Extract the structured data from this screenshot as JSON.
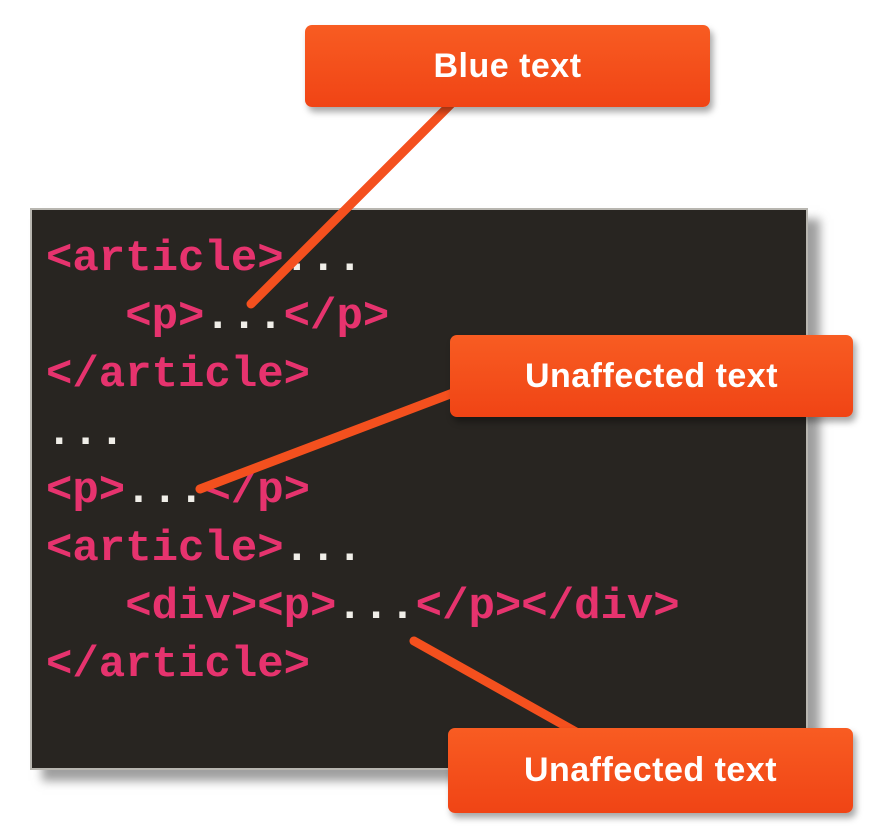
{
  "colors": {
    "callout_bg": "#F04415",
    "callout_text": "#FFFFFF",
    "code_bg": "#282521",
    "code_tag": "#E6336E",
    "code_plain": "#F0EEE8",
    "connector": "#F4501E"
  },
  "callouts": [
    {
      "id": "blue-text",
      "label": "Blue text"
    },
    {
      "id": "unaffected-middle",
      "label": "Unaffected text"
    },
    {
      "id": "unaffected-bottom",
      "label": "Unaffected text"
    }
  ],
  "code": {
    "lines": [
      {
        "segments": [
          {
            "type": "tag",
            "text": "<article>"
          },
          {
            "type": "plain",
            "text": "..."
          }
        ]
      },
      {
        "segments": [
          {
            "type": "tag",
            "text": "   <p>"
          },
          {
            "type": "plain",
            "text": "..."
          },
          {
            "type": "tag",
            "text": "</p>"
          }
        ]
      },
      {
        "segments": [
          {
            "type": "tag",
            "text": "</article>"
          }
        ]
      },
      {
        "segments": [
          {
            "type": "plain",
            "text": "..."
          }
        ]
      },
      {
        "segments": [
          {
            "type": "tag",
            "text": "<p>"
          },
          {
            "type": "plain",
            "text": "..."
          },
          {
            "type": "tag",
            "text": "</p>"
          }
        ]
      },
      {
        "segments": [
          {
            "type": "tag",
            "text": "<article>"
          },
          {
            "type": "plain",
            "text": "..."
          }
        ]
      },
      {
        "segments": [
          {
            "type": "tag",
            "text": "   <div><p>"
          },
          {
            "type": "plain",
            "text": "..."
          },
          {
            "type": "tag",
            "text": "</p></div>"
          }
        ]
      },
      {
        "segments": [
          {
            "type": "tag",
            "text": "</article>"
          }
        ]
      }
    ]
  }
}
